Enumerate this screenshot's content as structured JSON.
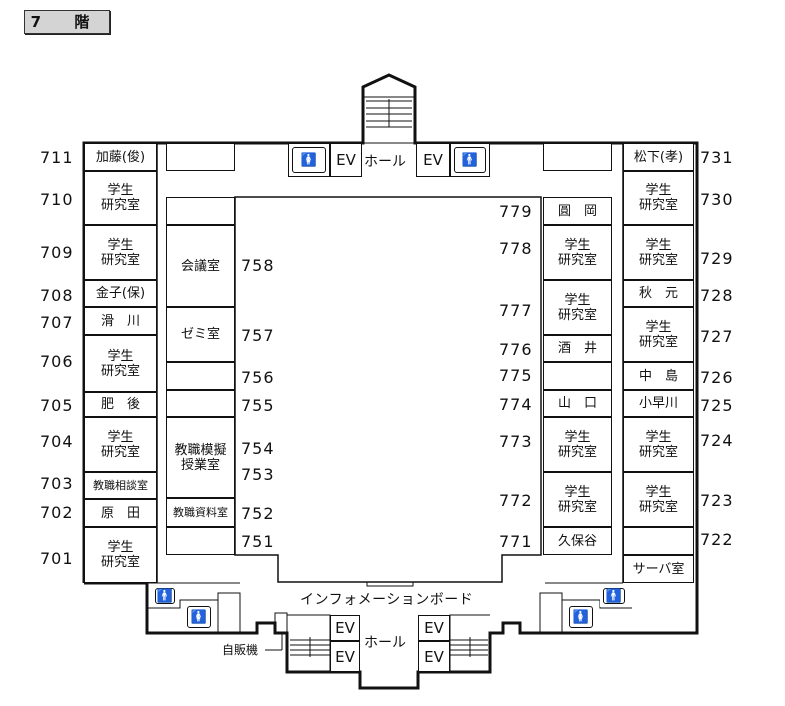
{
  "title": "7 階",
  "left_outer": [
    {
      "num": "711",
      "label": "加藤(俊)"
    },
    {
      "num": "710",
      "label": "学生\n研究室"
    },
    {
      "num": "709",
      "label": "学生\n研究室"
    },
    {
      "num": "708",
      "label": "金子(保)"
    },
    {
      "num": "707",
      "label": "滑　川"
    },
    {
      "num": "706",
      "label": "学生\n研究室"
    },
    {
      "num": "705",
      "label": "肥　後"
    },
    {
      "num": "704",
      "label": "学生\n研究室"
    },
    {
      "num": "703",
      "label": "教職相談室"
    },
    {
      "num": "702",
      "label": "原　田"
    },
    {
      "num": "701",
      "label": "学生\n研究室"
    }
  ],
  "left_inner": {
    "rooms": [
      "",
      "",
      "会議室",
      "ゼミ室",
      "",
      "",
      "教職模擬\n授業室",
      "教職資料室",
      ""
    ],
    "numbers": [
      "758",
      "757",
      "756",
      "755",
      "754",
      "753",
      "752",
      "751"
    ]
  },
  "right_inner": [
    {
      "num": "779",
      "label": "圓　岡"
    },
    {
      "num": "778",
      "label": "学生\n研究室"
    },
    {
      "num": "777",
      "label": "学生\n研究室"
    },
    {
      "num": "776",
      "label": "酒　井"
    },
    {
      "num": "775",
      "label": ""
    },
    {
      "num": "774",
      "label": "山　口"
    },
    {
      "num": "773",
      "label": "学生\n研究室"
    },
    {
      "num": "772",
      "label": "学生\n研究室"
    },
    {
      "num": "771",
      "label": "久保谷"
    }
  ],
  "right_outer": [
    {
      "num": "731",
      "label": "松下(孝)"
    },
    {
      "num": "730",
      "label": "学生\n研究室"
    },
    {
      "num": "729",
      "label": "学生\n研究室"
    },
    {
      "num": "728",
      "label": "秋　元"
    },
    {
      "num": "727",
      "label": "学生\n研究室"
    },
    {
      "num": "726",
      "label": "中　島"
    },
    {
      "num": "725",
      "label": "小早川"
    },
    {
      "num": "724",
      "label": "学生\n研究室"
    },
    {
      "num": "723",
      "label": "学生\n研究室"
    },
    {
      "num": "722",
      "label": ""
    },
    {
      "num": "",
      "label": "サーバ室"
    }
  ],
  "facilities": {
    "ev": "EV",
    "hall": "ホール",
    "info_board": "インフォメーションボード",
    "vending": "自販機",
    "men_icon": "🚹",
    "women_icon": "🚺"
  }
}
